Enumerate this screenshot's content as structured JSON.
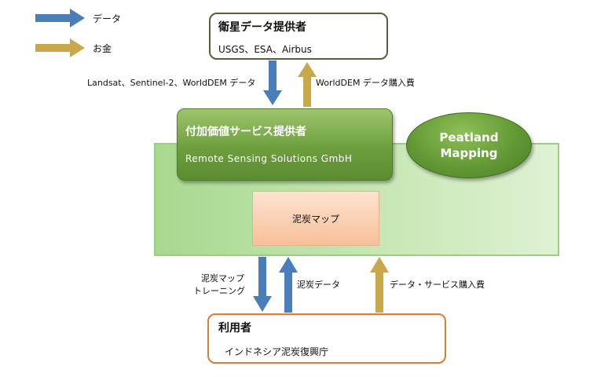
{
  "legend": {
    "data_label": "データ",
    "money_label": "お金",
    "data_color": "#4a7ebb",
    "money_color": "#c8a84a"
  },
  "provider": {
    "title": "衛星データ提供者",
    "members": "USGS、ESA、Airbus"
  },
  "flows": {
    "data_to_vas": "Landsat、Sentinel-2、WorldDEM データ",
    "money_to_provider": "WorldDEM データ購入費",
    "map_training": [
      "泥炭マップ",
      "トレーニング"
    ],
    "peat_data": "泥炭データ",
    "service_fee": "データ・サービス購入費"
  },
  "vas": {
    "title": "付加価値サービス提供者",
    "company": "Remote Sensing Solutions GmbH"
  },
  "peatland": {
    "line1": "Peatland",
    "line2": "Mapping"
  },
  "peat_map": {
    "label": "泥炭マップ"
  },
  "user": {
    "title": "利用者",
    "org": "インドネシア泥炭復興庁"
  }
}
